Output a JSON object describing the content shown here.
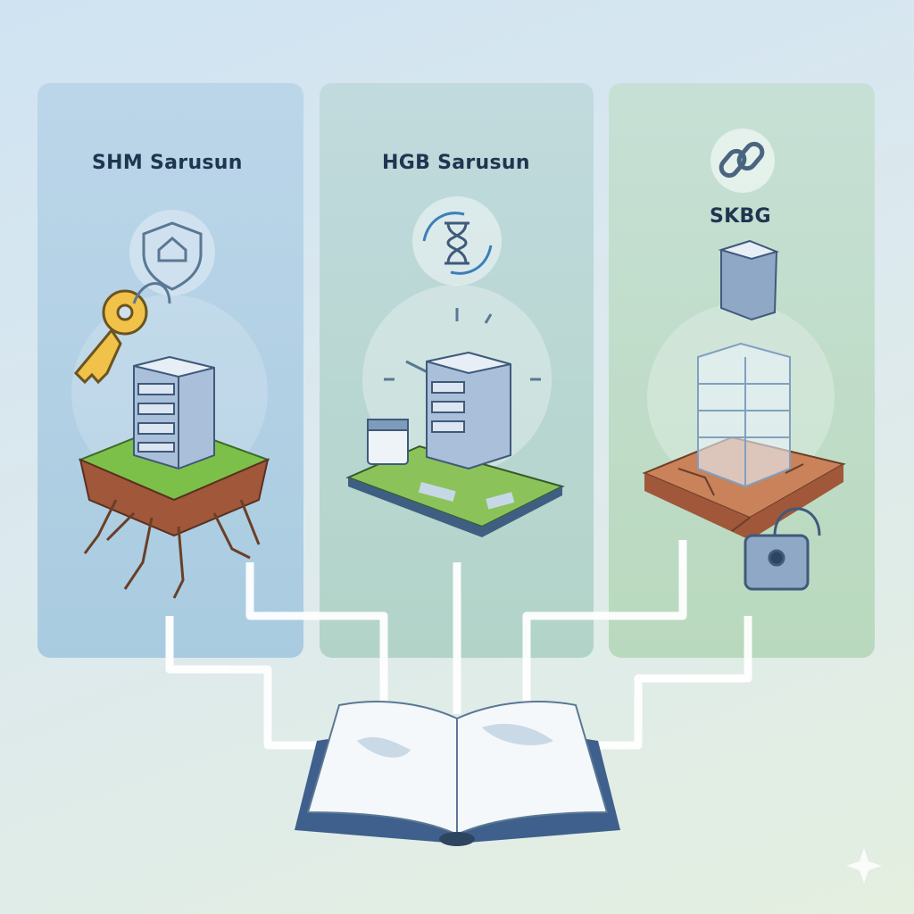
{
  "panels": [
    {
      "title": "SHM Sarusun",
      "icon": "shield-house-icon"
    },
    {
      "title": "HGB Sarusun",
      "icon": "hourglass-cycle-icon"
    },
    {
      "title": "SKBG",
      "icon": "chain-link-icon"
    }
  ],
  "colors": {
    "accent": "#1f3550",
    "key": "#f1c24a",
    "grass": "#7cc04a",
    "soil": "#b86e45"
  }
}
